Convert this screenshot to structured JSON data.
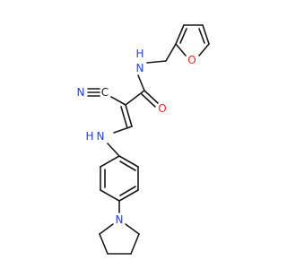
{
  "molecule": {
    "atoms": [
      {
        "id": "n_amide",
        "symbol": "N",
        "h_label": "H",
        "color": "#1f3fff"
      },
      {
        "id": "o_carbonyl",
        "symbol": "O",
        "color": "#ff1f1f"
      },
      {
        "id": "o_furan",
        "symbol": "O",
        "color": "#ff1f1f"
      },
      {
        "id": "n_nitrile",
        "symbol": "N",
        "color": "#1f3fff"
      },
      {
        "id": "c_nitrile",
        "symbol": "C",
        "color": "#1a1a1a"
      },
      {
        "id": "n_amine",
        "symbol": "N",
        "h_label": "H",
        "color": "#1f3fff"
      },
      {
        "id": "n_pyrrolidine",
        "symbol": "N",
        "color": "#1f3fff"
      }
    ]
  }
}
